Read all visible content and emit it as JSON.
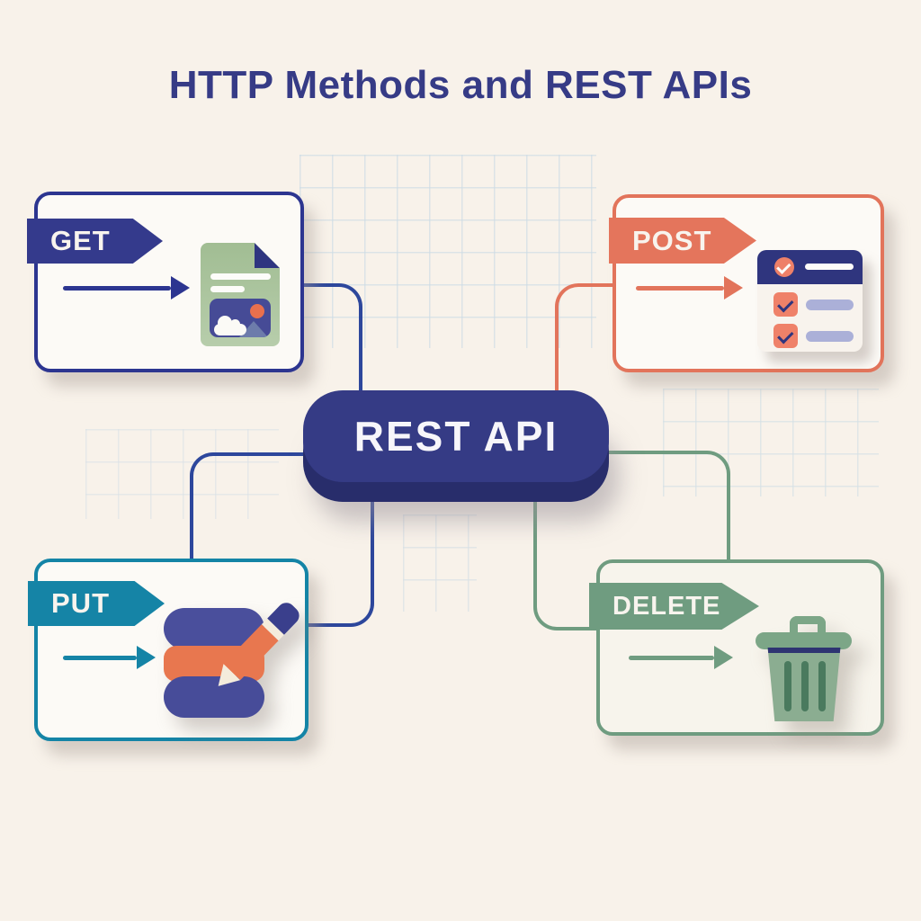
{
  "title": "HTTP Methods and REST APIs",
  "background_color": "#f8f2ea",
  "center_node": {
    "label": "REST API",
    "color": "#353b85"
  },
  "methods": {
    "get": {
      "label": "GET",
      "color": "#2c3590",
      "icon": "document-image-icon"
    },
    "post": {
      "label": "POST",
      "color": "#e2745b",
      "icon": "checklist-form-icon"
    },
    "put": {
      "label": "PUT",
      "color": "#1584a6",
      "icon": "database-edit-icon"
    },
    "delete": {
      "label": "DELETE",
      "color": "#6f9c80",
      "icon": "trash-can-icon"
    }
  },
  "connections": [
    {
      "from": "GET",
      "to": "REST API",
      "color": "#2d479c"
    },
    {
      "from": "POST",
      "to": "REST API",
      "color": "#e2745b"
    },
    {
      "from": "PUT",
      "to": "REST API",
      "color": "#2d479c"
    },
    {
      "from": "DELETE",
      "to": "REST API",
      "color": "#6f9c80"
    }
  ]
}
